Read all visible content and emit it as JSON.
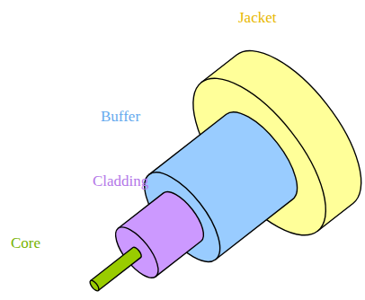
{
  "diagram": {
    "labels": [
      "Jacket",
      "Buffer",
      "Cladding",
      "Core"
    ]
  }
}
